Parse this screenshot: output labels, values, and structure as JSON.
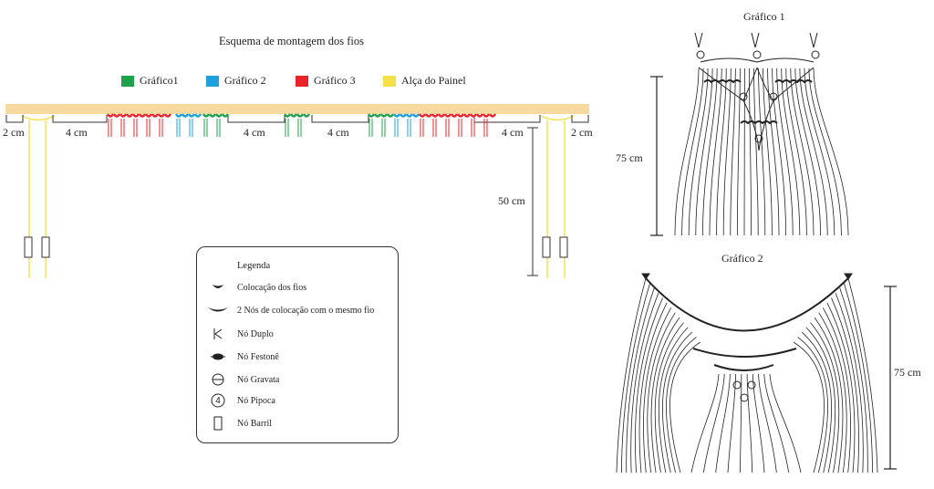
{
  "main": {
    "title": "Esquema de montagem dos fios",
    "keys": [
      {
        "label": "Gráfico1",
        "color": "#1fa34a"
      },
      {
        "label": "Gráfico 2",
        "color": "#1ea0dc"
      },
      {
        "label": "Gráfico 3",
        "color": "#e8242b"
      },
      {
        "label": "Alça do Painel",
        "color": "#f5e04a"
      }
    ],
    "bar_color": "#f8d9a0",
    "dimensions": {
      "left_edge": "2 cm",
      "gap_1": "4 cm",
      "gap_2": "4 cm",
      "gap_3": "4 cm",
      "gap_4": "4 cm",
      "right_edge": "2 cm",
      "drop": "50 cm"
    }
  },
  "legend": {
    "title": "Legenda",
    "items": [
      {
        "label": "Colocação dos fios",
        "icon": "lark-head-icon"
      },
      {
        "label": "2 Nós de colocação com o mesmo fio",
        "icon": "double-lark-head-icon"
      },
      {
        "label": "Nó Duplo",
        "icon": "k-knot-icon"
      },
      {
        "label": "Nó Festonê",
        "icon": "festone-knot-icon"
      },
      {
        "label": "Nó Gravata",
        "icon": "gravata-knot-icon"
      },
      {
        "label": "Nó Pipoca",
        "icon": "pipoca-knot-icon",
        "badge": "4"
      },
      {
        "label": "Nó Barril",
        "icon": "barrel-knot-icon"
      }
    ]
  },
  "chart1": {
    "title": "Gráfico 1",
    "length": "75 cm"
  },
  "chart2": {
    "title": "Gráfico 2",
    "length": "75 cm"
  }
}
